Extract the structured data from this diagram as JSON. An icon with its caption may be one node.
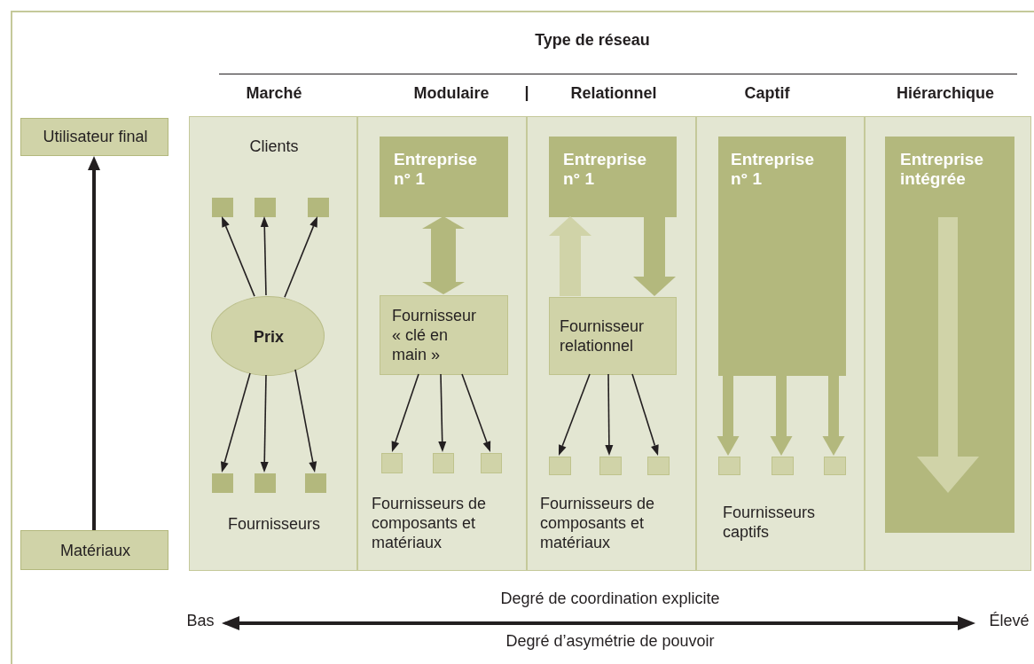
{
  "diagram": {
    "title": "Type de réseau",
    "nodes": [
      {
        "text": [
          "Utilisateur final"
        ]
      },
      {
        "text": [
          "Matériaux"
        ]
      },
      {
        "text": [
          "Marché",
          "Clients",
          "Fournisseurs"
        ]
      },
      {
        "text": [],
        "shape": "box",
        "in": 2
      },
      {
        "text": [],
        "shape": "box",
        "in": 2
      },
      {
        "text": [],
        "shape": "box",
        "in": 2
      },
      {
        "text": [
          "Prix"
        ],
        "in": 2
      },
      {
        "text": [],
        "shape": "box",
        "in": 2
      },
      {
        "text": [],
        "shape": "box",
        "in": 2
      },
      {
        "text": [],
        "shape": "box",
        "in": 2
      },
      {
        "text": [
          "Modulaire",
          "Fournisseurs de composants et matériaux"
        ]
      },
      {
        "text": [
          "Entreprise n° 1"
        ],
        "in": 10
      },
      {
        "text": [
          "Fournisseur « clé en main »"
        ],
        "in": 10
      },
      {
        "text": [],
        "shape": "box",
        "in": 10
      },
      {
        "text": [],
        "shape": "box",
        "in": 10
      },
      {
        "text": [],
        "shape": "box",
        "in": 10
      },
      {
        "text": [
          "Relationnel",
          "Fournisseurs de composants et matériaux"
        ]
      },
      {
        "text": [
          "Entreprise n° 1"
        ],
        "in": 16
      },
      {
        "text": [
          "Fournisseur relationnel"
        ],
        "in": 16
      },
      {
        "text": [],
        "shape": "box",
        "in": 16
      },
      {
        "text": [],
        "shape": "box",
        "in": 16
      },
      {
        "text": [],
        "shape": "box",
        "in": 16
      },
      {
        "text": [
          "Captif",
          "Fournisseurs captifs"
        ]
      },
      {
        "text": [
          "Entreprise n° 1"
        ],
        "in": 22
      },
      {
        "text": [],
        "shape": "box",
        "in": 22
      },
      {
        "text": [],
        "shape": "box",
        "in": 22
      },
      {
        "text": [],
        "shape": "box",
        "in": 22
      },
      {
        "text": [
          "Hiérarchique"
        ]
      },
      {
        "text": [
          "Entreprise intégrée"
        ],
        "in": 27
      }
    ],
    "edges": [
      {
        "from": 1,
        "to": 0,
        "arrow": "to",
        "style": "thick"
      },
      {
        "from": 6,
        "to": 3,
        "arrow": "to"
      },
      {
        "from": 6,
        "to": 4,
        "arrow": "to"
      },
      {
        "from": 6,
        "to": 5,
        "arrow": "to"
      },
      {
        "from": 6,
        "to": 7,
        "arrow": "to"
      },
      {
        "from": 6,
        "to": 8,
        "arrow": "to"
      },
      {
        "from": 6,
        "to": 9,
        "arrow": "to"
      },
      {
        "from": 11,
        "to": 12,
        "arrow": "both",
        "style": "thick",
        "color": "#b3b87d"
      },
      {
        "from": 12,
        "to": 13,
        "arrow": "to"
      },
      {
        "from": 12,
        "to": 14,
        "arrow": "to"
      },
      {
        "from": 12,
        "to": 15,
        "arrow": "to"
      },
      {
        "from": 18,
        "to": 17,
        "arrow": "to",
        "style": "thick",
        "color": "#d0d3a8"
      },
      {
        "from": 17,
        "to": 18,
        "arrow": "to",
        "style": "thick",
        "color": "#b3b87d"
      },
      {
        "from": 18,
        "to": 19,
        "arrow": "to"
      },
      {
        "from": 18,
        "to": 20,
        "arrow": "to"
      },
      {
        "from": 18,
        "to": 21,
        "arrow": "to"
      },
      {
        "from": 23,
        "to": 24,
        "arrow": "to",
        "style": "thick",
        "color": "#b3b87d"
      },
      {
        "from": 23,
        "to": 25,
        "arrow": "to",
        "style": "thick",
        "color": "#b3b87d"
      },
      {
        "from": 23,
        "to": 26,
        "arrow": "to",
        "style": "thick",
        "color": "#b3b87d"
      }
    ],
    "labels": [
      "|",
      "Degré de coordination explicite",
      "Bas",
      "Élevé",
      "Degré d’asymétrie de pouvoir"
    ]
  }
}
